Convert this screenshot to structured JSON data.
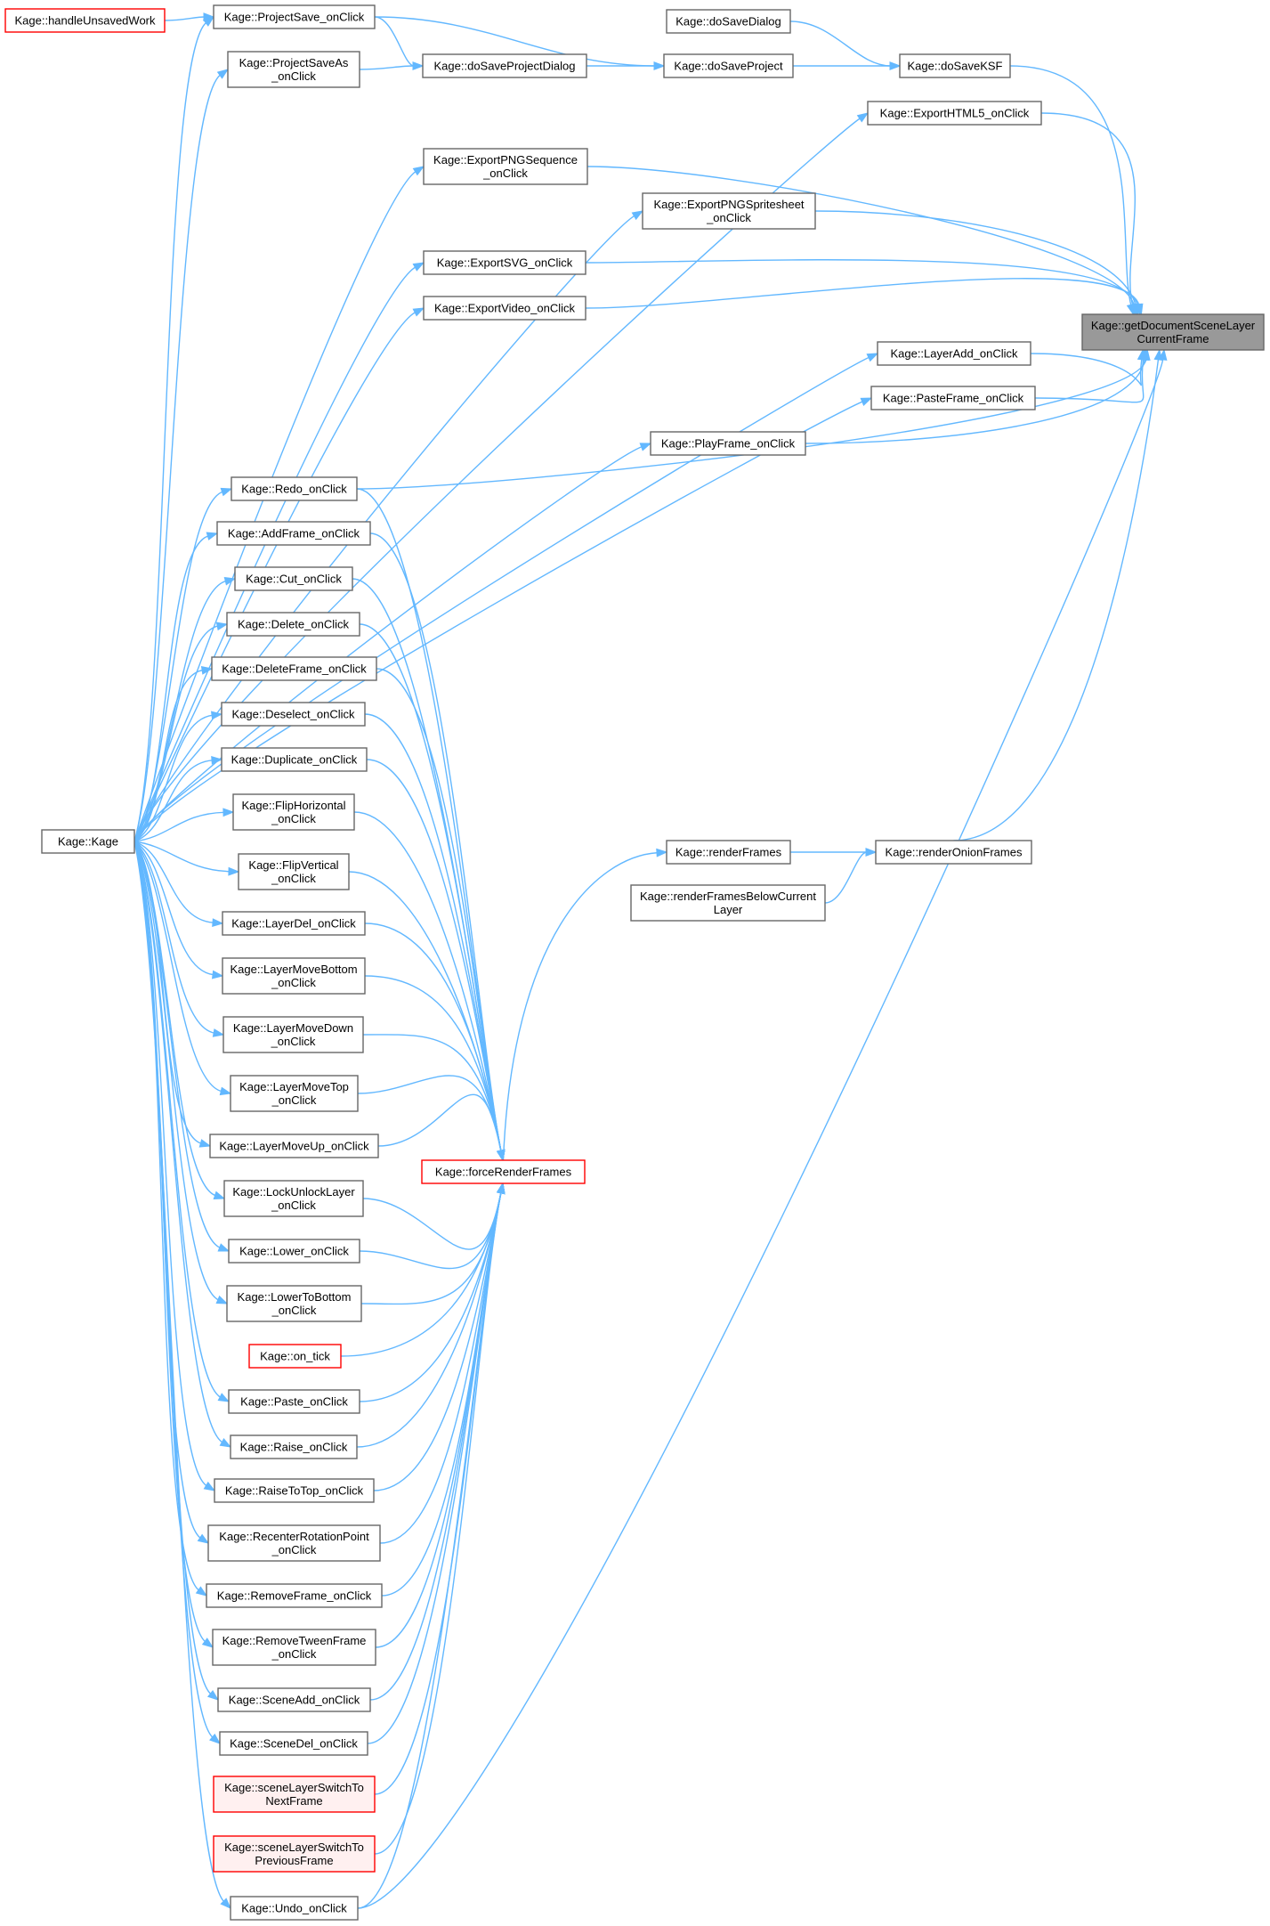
{
  "colors": {
    "edge": "#63b8ff",
    "border": "#666666",
    "highlight_border": "#ff0000",
    "current_fill": "#999999",
    "pink_fill": "#fff0f0"
  },
  "nodes": [
    {
      "id": "getDocumentSceneLayerCurrentFrame",
      "lines": [
        "Kage::getDocumentSceneLayer",
        "CurrentFrame"
      ],
      "style": "current"
    },
    {
      "id": "handleUnsavedWork",
      "lines": [
        "Kage::handleUnsavedWork"
      ],
      "style": "red"
    },
    {
      "id": "ProjectSave_onClick",
      "lines": [
        "Kage::ProjectSave_onClick"
      ],
      "style": "normal"
    },
    {
      "id": "ProjectSaveAs_onClick",
      "lines": [
        "Kage::ProjectSaveAs",
        "_onClick"
      ],
      "style": "normal"
    },
    {
      "id": "doSaveProjectDialog",
      "lines": [
        "Kage::doSaveProjectDialog"
      ],
      "style": "normal"
    },
    {
      "id": "doSaveDialog",
      "lines": [
        "Kage::doSaveDialog"
      ],
      "style": "normal"
    },
    {
      "id": "doSaveProject",
      "lines": [
        "Kage::doSaveProject"
      ],
      "style": "normal"
    },
    {
      "id": "doSaveKSF",
      "lines": [
        "Kage::doSaveKSF"
      ],
      "style": "normal"
    },
    {
      "id": "ExportHTML5_onClick",
      "lines": [
        "Kage::ExportHTML5_onClick"
      ],
      "style": "normal"
    },
    {
      "id": "ExportPNGSequence_onClick",
      "lines": [
        "Kage::ExportPNGSequence",
        "_onClick"
      ],
      "style": "normal"
    },
    {
      "id": "ExportPNGSpritesheet_onClick",
      "lines": [
        "Kage::ExportPNGSpritesheet",
        "_onClick"
      ],
      "style": "normal"
    },
    {
      "id": "ExportSVG_onClick",
      "lines": [
        "Kage::ExportSVG_onClick"
      ],
      "style": "normal"
    },
    {
      "id": "ExportVideo_onClick",
      "lines": [
        "Kage::ExportVideo_onClick"
      ],
      "style": "normal"
    },
    {
      "id": "LayerAdd_onClick",
      "lines": [
        "Kage::LayerAdd_onClick"
      ],
      "style": "normal"
    },
    {
      "id": "PasteFrame_onClick",
      "lines": [
        "Kage::PasteFrame_onClick"
      ],
      "style": "normal"
    },
    {
      "id": "PlayFrame_onClick",
      "lines": [
        "Kage::PlayFrame_onClick"
      ],
      "style": "normal"
    },
    {
      "id": "Redo_onClick",
      "lines": [
        "Kage::Redo_onClick"
      ],
      "style": "normal"
    },
    {
      "id": "AddFrame_onClick",
      "lines": [
        "Kage::AddFrame_onClick"
      ],
      "style": "normal"
    },
    {
      "id": "Cut_onClick",
      "lines": [
        "Kage::Cut_onClick"
      ],
      "style": "normal"
    },
    {
      "id": "Delete_onClick",
      "lines": [
        "Kage::Delete_onClick"
      ],
      "style": "normal"
    },
    {
      "id": "DeleteFrame_onClick",
      "lines": [
        "Kage::DeleteFrame_onClick"
      ],
      "style": "normal"
    },
    {
      "id": "Deselect_onClick",
      "lines": [
        "Kage::Deselect_onClick"
      ],
      "style": "normal"
    },
    {
      "id": "Duplicate_onClick",
      "lines": [
        "Kage::Duplicate_onClick"
      ],
      "style": "normal"
    },
    {
      "id": "FlipHorizontal_onClick",
      "lines": [
        "Kage::FlipHorizontal",
        "_onClick"
      ],
      "style": "normal"
    },
    {
      "id": "FlipVertical_onClick",
      "lines": [
        "Kage::FlipVertical",
        "_onClick"
      ],
      "style": "normal"
    },
    {
      "id": "LayerDel_onClick",
      "lines": [
        "Kage::LayerDel_onClick"
      ],
      "style": "normal"
    },
    {
      "id": "LayerMoveBottom_onClick",
      "lines": [
        "Kage::LayerMoveBottom",
        "_onClick"
      ],
      "style": "normal"
    },
    {
      "id": "LayerMoveDown_onClick",
      "lines": [
        "Kage::LayerMoveDown",
        "_onClick"
      ],
      "style": "normal"
    },
    {
      "id": "LayerMoveTop_onClick",
      "lines": [
        "Kage::LayerMoveTop",
        "_onClick"
      ],
      "style": "normal"
    },
    {
      "id": "LayerMoveUp_onClick",
      "lines": [
        "Kage::LayerMoveUp_onClick"
      ],
      "style": "normal"
    },
    {
      "id": "LockUnlockLayer_onClick",
      "lines": [
        "Kage::LockUnlockLayer",
        "_onClick"
      ],
      "style": "normal"
    },
    {
      "id": "Lower_onClick",
      "lines": [
        "Kage::Lower_onClick"
      ],
      "style": "normal"
    },
    {
      "id": "LowerToBottom_onClick",
      "lines": [
        "Kage::LowerToBottom",
        "_onClick"
      ],
      "style": "normal"
    },
    {
      "id": "on_tick",
      "lines": [
        "Kage::on_tick"
      ],
      "style": "red"
    },
    {
      "id": "Paste_onClick",
      "lines": [
        "Kage::Paste_onClick"
      ],
      "style": "normal"
    },
    {
      "id": "Raise_onClick",
      "lines": [
        "Kage::Raise_onClick"
      ],
      "style": "normal"
    },
    {
      "id": "RaiseToTop_onClick",
      "lines": [
        "Kage::RaiseToTop_onClick"
      ],
      "style": "normal"
    },
    {
      "id": "RecenterRotationPoint_onClick",
      "lines": [
        "Kage::RecenterRotationPoint",
        "_onClick"
      ],
      "style": "normal"
    },
    {
      "id": "RemoveFrame_onClick",
      "lines": [
        "Kage::RemoveFrame_onClick"
      ],
      "style": "normal"
    },
    {
      "id": "RemoveTweenFrame_onClick",
      "lines": [
        "Kage::RemoveTweenFrame",
        "_onClick"
      ],
      "style": "normal"
    },
    {
      "id": "SceneAdd_onClick",
      "lines": [
        "Kage::SceneAdd_onClick"
      ],
      "style": "normal"
    },
    {
      "id": "SceneDel_onClick",
      "lines": [
        "Kage::SceneDel_onClick"
      ],
      "style": "normal"
    },
    {
      "id": "sceneLayerSwitchToNextFrame",
      "lines": [
        "Kage::sceneLayerSwitchTo",
        "NextFrame"
      ],
      "style": "redfill"
    },
    {
      "id": "sceneLayerSwitchToPreviousFrame",
      "lines": [
        "Kage::sceneLayerSwitchTo",
        "PreviousFrame"
      ],
      "style": "redfill"
    },
    {
      "id": "Undo_onClick",
      "lines": [
        "Kage::Undo_onClick"
      ],
      "style": "normal"
    },
    {
      "id": "Kage",
      "lines": [
        "Kage::Kage"
      ],
      "style": "normal"
    },
    {
      "id": "forceRenderFrames",
      "lines": [
        "Kage::forceRenderFrames"
      ],
      "style": "red"
    },
    {
      "id": "renderFrames",
      "lines": [
        "Kage::renderFrames"
      ],
      "style": "normal"
    },
    {
      "id": "renderFramesBelowCurrentLayer",
      "lines": [
        "Kage::renderFramesBelowCurrent",
        "Layer"
      ],
      "style": "normal"
    },
    {
      "id": "renderOnionFrames",
      "lines": [
        "Kage::renderOnionFrames"
      ],
      "style": "normal"
    }
  ],
  "edges": [
    [
      "handleUnsavedWork",
      "ProjectSave_onClick"
    ],
    [
      "ProjectSave_onClick",
      "doSaveProjectDialog"
    ],
    [
      "ProjectSave_onClick",
      "doSaveProject"
    ],
    [
      "ProjectSaveAs_onClick",
      "doSaveProjectDialog"
    ],
    [
      "doSaveProjectDialog",
      "doSaveProject"
    ],
    [
      "doSaveDialog",
      "doSaveKSF"
    ],
    [
      "doSaveProject",
      "doSaveKSF"
    ],
    [
      "doSaveKSF",
      "getDocumentSceneLayerCurrentFrame"
    ],
    [
      "ExportHTML5_onClick",
      "getDocumentSceneLayerCurrentFrame"
    ],
    [
      "ExportPNGSequence_onClick",
      "getDocumentSceneLayerCurrentFrame"
    ],
    [
      "ExportPNGSpritesheet_onClick",
      "getDocumentSceneLayerCurrentFrame"
    ],
    [
      "ExportSVG_onClick",
      "getDocumentSceneLayerCurrentFrame"
    ],
    [
      "ExportVideo_onClick",
      "getDocumentSceneLayerCurrentFrame"
    ],
    [
      "LayerAdd_onClick",
      "getDocumentSceneLayerCurrentFrame"
    ],
    [
      "PasteFrame_onClick",
      "getDocumentSceneLayerCurrentFrame"
    ],
    [
      "PlayFrame_onClick",
      "getDocumentSceneLayerCurrentFrame"
    ],
    [
      "Redo_onClick",
      "getDocumentSceneLayerCurrentFrame"
    ],
    [
      "renderOnionFrames",
      "getDocumentSceneLayerCurrentFrame"
    ],
    [
      "Undo_onClick",
      "getDocumentSceneLayerCurrentFrame"
    ],
    [
      "renderFrames",
      "renderOnionFrames"
    ],
    [
      "renderFramesBelowCurrentLayer",
      "renderOnionFrames"
    ],
    [
      "forceRenderFrames",
      "renderFrames"
    ],
    [
      "Kage",
      "ProjectSave_onClick"
    ],
    [
      "Kage",
      "ProjectSaveAs_onClick"
    ],
    [
      "Kage",
      "ExportHTML5_onClick"
    ],
    [
      "Kage",
      "ExportPNGSequence_onClick"
    ],
    [
      "Kage",
      "ExportPNGSpritesheet_onClick"
    ],
    [
      "Kage",
      "ExportSVG_onClick"
    ],
    [
      "Kage",
      "ExportVideo_onClick"
    ],
    [
      "Kage",
      "LayerAdd_onClick"
    ],
    [
      "Kage",
      "PasteFrame_onClick"
    ],
    [
      "Kage",
      "PlayFrame_onClick"
    ],
    [
      "Kage",
      "Redo_onClick"
    ],
    [
      "Kage",
      "AddFrame_onClick"
    ],
    [
      "Kage",
      "Cut_onClick"
    ],
    [
      "Kage",
      "Delete_onClick"
    ],
    [
      "Kage",
      "DeleteFrame_onClick"
    ],
    [
      "Kage",
      "Deselect_onClick"
    ],
    [
      "Kage",
      "Duplicate_onClick"
    ],
    [
      "Kage",
      "FlipHorizontal_onClick"
    ],
    [
      "Kage",
      "FlipVertical_onClick"
    ],
    [
      "Kage",
      "LayerDel_onClick"
    ],
    [
      "Kage",
      "LayerMoveBottom_onClick"
    ],
    [
      "Kage",
      "LayerMoveDown_onClick"
    ],
    [
      "Kage",
      "LayerMoveTop_onClick"
    ],
    [
      "Kage",
      "LayerMoveUp_onClick"
    ],
    [
      "Kage",
      "LockUnlockLayer_onClick"
    ],
    [
      "Kage",
      "Lower_onClick"
    ],
    [
      "Kage",
      "LowerToBottom_onClick"
    ],
    [
      "Kage",
      "Paste_onClick"
    ],
    [
      "Kage",
      "Raise_onClick"
    ],
    [
      "Kage",
      "RaiseToTop_onClick"
    ],
    [
      "Kage",
      "RecenterRotationPoint_onClick"
    ],
    [
      "Kage",
      "RemoveFrame_onClick"
    ],
    [
      "Kage",
      "RemoveTweenFrame_onClick"
    ],
    [
      "Kage",
      "SceneAdd_onClick"
    ],
    [
      "Kage",
      "SceneDel_onClick"
    ],
    [
      "Kage",
      "Undo_onClick"
    ],
    [
      "Redo_onClick",
      "forceRenderFrames"
    ],
    [
      "AddFrame_onClick",
      "forceRenderFrames"
    ],
    [
      "Cut_onClick",
      "forceRenderFrames"
    ],
    [
      "Delete_onClick",
      "forceRenderFrames"
    ],
    [
      "DeleteFrame_onClick",
      "forceRenderFrames"
    ],
    [
      "Deselect_onClick",
      "forceRenderFrames"
    ],
    [
      "Duplicate_onClick",
      "forceRenderFrames"
    ],
    [
      "FlipHorizontal_onClick",
      "forceRenderFrames"
    ],
    [
      "FlipVertical_onClick",
      "forceRenderFrames"
    ],
    [
      "LayerDel_onClick",
      "forceRenderFrames"
    ],
    [
      "LayerMoveBottom_onClick",
      "forceRenderFrames"
    ],
    [
      "LayerMoveDown_onClick",
      "forceRenderFrames"
    ],
    [
      "LayerMoveTop_onClick",
      "forceRenderFrames"
    ],
    [
      "LayerMoveUp_onClick",
      "forceRenderFrames"
    ],
    [
      "LockUnlockLayer_onClick",
      "forceRenderFrames"
    ],
    [
      "Lower_onClick",
      "forceRenderFrames"
    ],
    [
      "LowerToBottom_onClick",
      "forceRenderFrames"
    ],
    [
      "on_tick",
      "forceRenderFrames"
    ],
    [
      "Paste_onClick",
      "forceRenderFrames"
    ],
    [
      "Raise_onClick",
      "forceRenderFrames"
    ],
    [
      "RaiseToTop_onClick",
      "forceRenderFrames"
    ],
    [
      "RecenterRotationPoint_onClick",
      "forceRenderFrames"
    ],
    [
      "RemoveFrame_onClick",
      "forceRenderFrames"
    ],
    [
      "RemoveTweenFrame_onClick",
      "forceRenderFrames"
    ],
    [
      "SceneAdd_onClick",
      "forceRenderFrames"
    ],
    [
      "SceneDel_onClick",
      "forceRenderFrames"
    ],
    [
      "sceneLayerSwitchToNextFrame",
      "forceRenderFrames"
    ],
    [
      "sceneLayerSwitchToPreviousFrame",
      "forceRenderFrames"
    ],
    [
      "Undo_onClick",
      "forceRenderFrames"
    ]
  ]
}
